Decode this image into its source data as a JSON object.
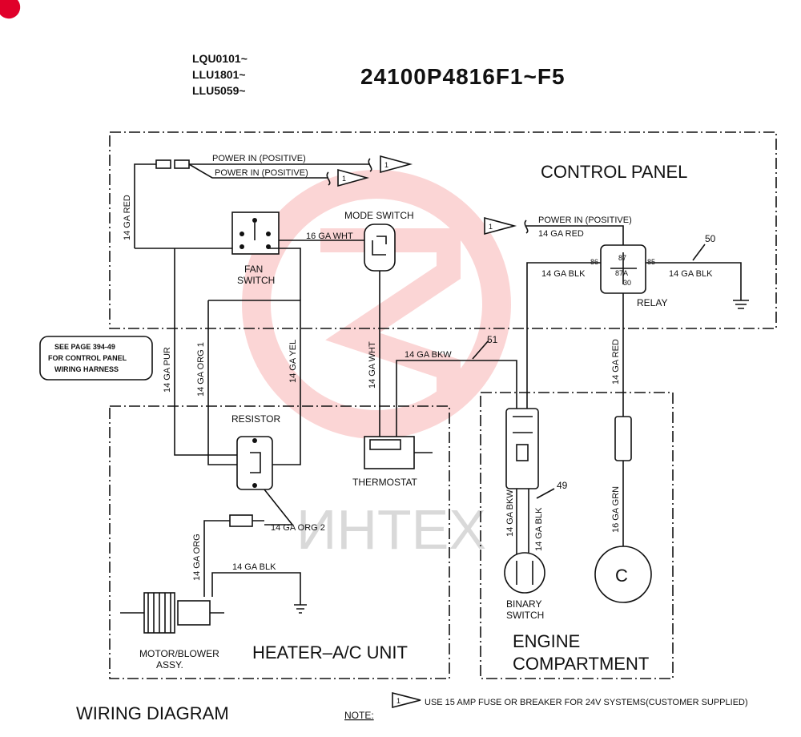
{
  "models": [
    "LQU0101~",
    "LLU1801~",
    "LLU5059~"
  ],
  "part_number": "24100P4816F1~F5",
  "sections": {
    "control_panel": "CONTROL PANEL",
    "heater_ac_unit": "HEATER–A/C UNIT",
    "engine_line1": "ENGINE",
    "engine_line2": "COMPARTMENT"
  },
  "callout": [
    "SEE PAGE 394-49",
    "FOR CONTROL PANEL",
    "WIRING HARNESS"
  ],
  "components": {
    "fan_switch_1": "FAN",
    "fan_switch_2": "SWITCH",
    "mode_switch": "MODE SWITCH",
    "relay": "RELAY",
    "resistor": "RESISTOR",
    "thermostat": "THERMOSTAT",
    "motor_1": "MOTOR/BLOWER",
    "motor_2": "ASSY.",
    "binary_1": "BINARY",
    "binary_2": "SWITCH",
    "compressor": "C"
  },
  "wire_labels": {
    "power_in_1": "POWER IN (POSITIVE)",
    "power_in_2": "POWER IN (POSITIVE)",
    "power_in_3": "POWER IN (POSITIVE)",
    "red_top": "14 GA RED",
    "red_left": "14 GA RED",
    "wht16": "16 GA WHT",
    "blk_relay_left": "14 GA BLK",
    "blk_relay_right": "14 GA BLK",
    "bkw_thermo": "14 GA BKW",
    "pur": "14 GA PUR",
    "org1": "14 GA ORG 1",
    "yel": "14 GA YEL",
    "wht14": "14 GA WHT",
    "red_vert": "14 GA RED",
    "org2": "14 GA ORG 2",
    "org": "14 GA ORG",
    "blk_motor": "14 GA BLK",
    "bkw_binary": "14 GA BKW",
    "blk_binary": "14 GA BLK",
    "grn": "16 GA GRN"
  },
  "ref_numbers": {
    "n50": "50",
    "n51": "51",
    "n49": "49"
  },
  "relay_pins": {
    "p87": "87",
    "p85": "85",
    "p86": "86",
    "p30": "30",
    "p87a": "87A"
  },
  "fuse_marker": "1",
  "bottom": {
    "title": "WIRING DIAGRAM",
    "note_label": "NOTE:",
    "note_text": "USE 15 AMP FUSE OR BREAKER FOR 24V SYSTEMS(CUSTOMER SUPPLIED)"
  },
  "watermark": "ИНТЕХ"
}
